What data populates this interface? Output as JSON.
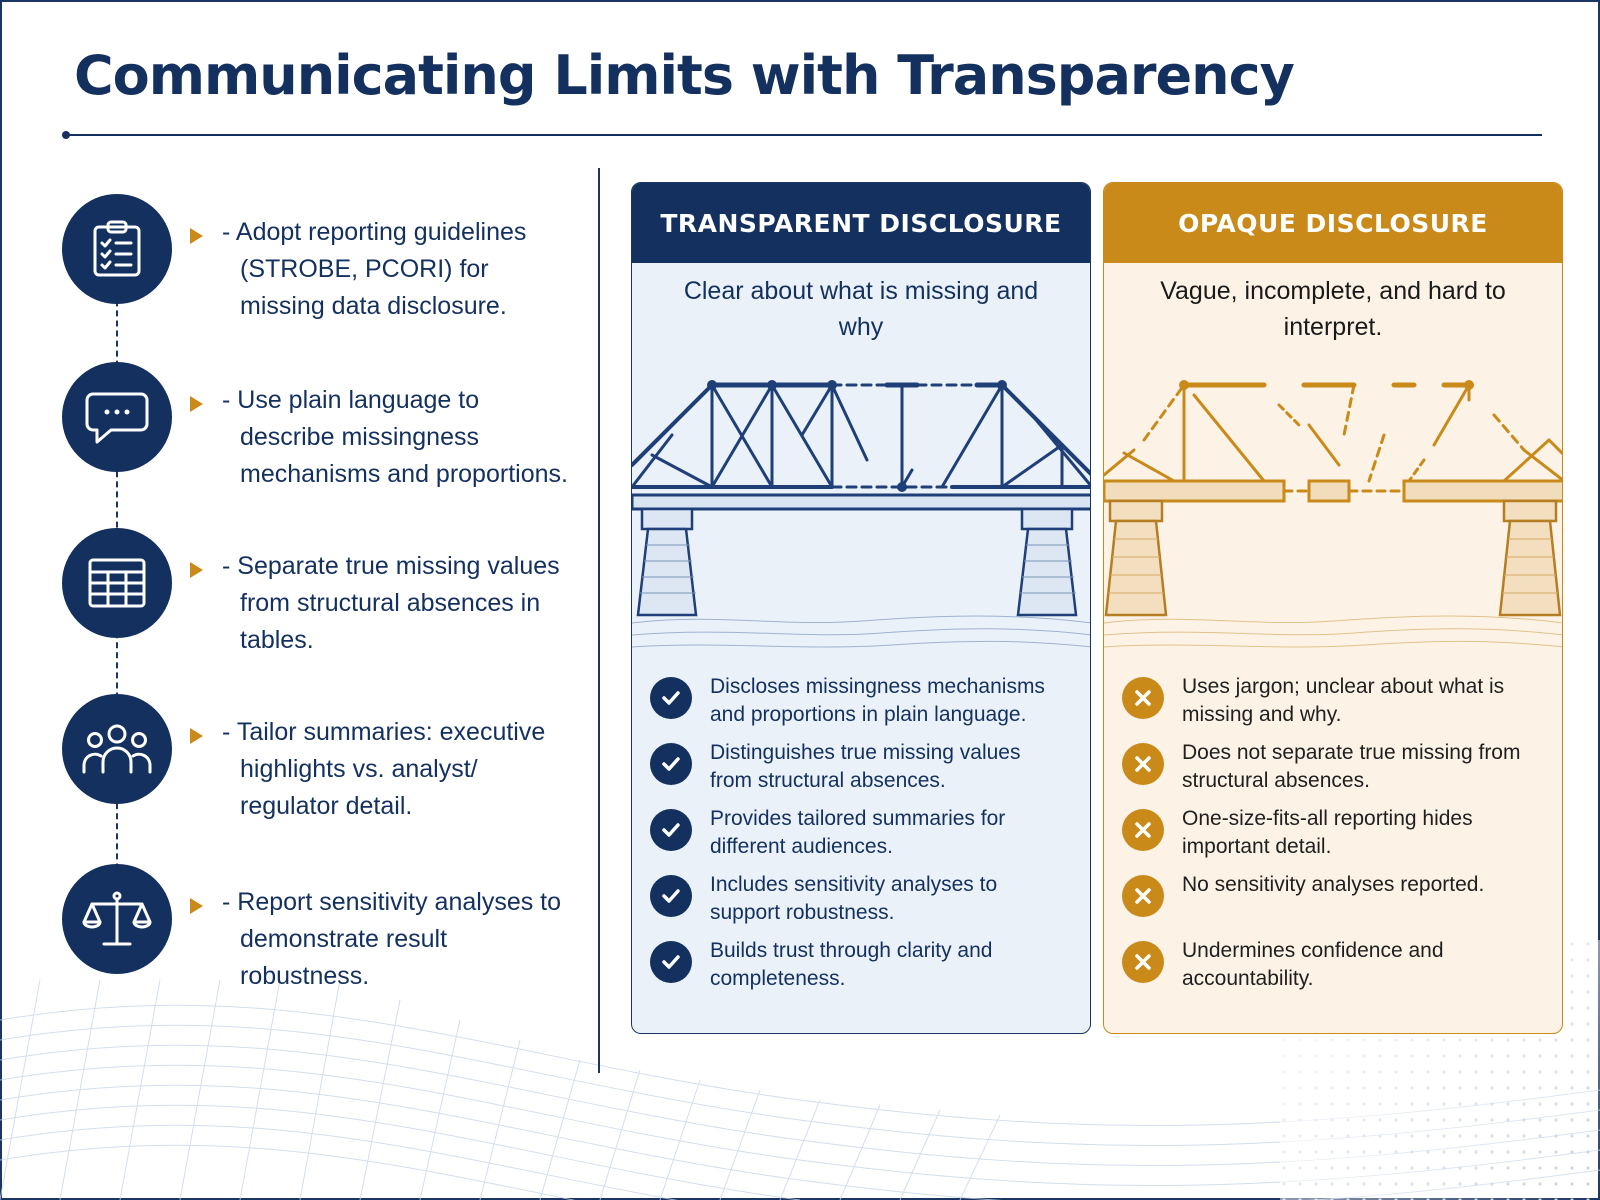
{
  "title": "Communicating Limits with Transparency",
  "steps": [
    {
      "icon": "clipboard-checklist-icon",
      "text": "- Adopt reporting guidelines (STROBE, PCORI) for missing data disclosure."
    },
    {
      "icon": "speech-bubble-icon",
      "text": "- Use plain language to describe missingness mechanisms and proportions."
    },
    {
      "icon": "table-grid-icon",
      "text": "- Separate true missing values from structural absences in tables."
    },
    {
      "icon": "people-group-icon",
      "text": "- Tailor summaries: executive highlights vs. analyst/ regulator detail."
    },
    {
      "icon": "balance-scale-icon",
      "text": "- Report sensitivity analyses to demonstrate result robustness."
    }
  ],
  "transparent": {
    "heading": "TRANSPARENT DISCLOSURE",
    "subtitle": "Clear about what is missing and why",
    "bullets": [
      "Discloses missingness mechanisms and proportions in plain language.",
      "Distinguishes true missing values from structural absences.",
      "Provides tailored summaries for different audiences.",
      "Includes sensitivity analyses to support robustness.",
      "Builds trust through clarity and completeness."
    ]
  },
  "opaque": {
    "heading": "OPAQUE DISCLOSURE",
    "subtitle": "Vague, incomplete, and hard to interpret.",
    "bullets": [
      "Uses jargon; unclear about what is missing and why.",
      "Does not separate true missing from structural absences.",
      "One-size-fits-all reporting hides important detail.",
      "No sensitivity analyses reported.",
      "Undermines confidence and accountability."
    ]
  },
  "colors": {
    "navy": "#13305e",
    "gold": "#c98a1a",
    "light_blue": "#eaf1f9",
    "light_gold": "#fcf3e6"
  }
}
